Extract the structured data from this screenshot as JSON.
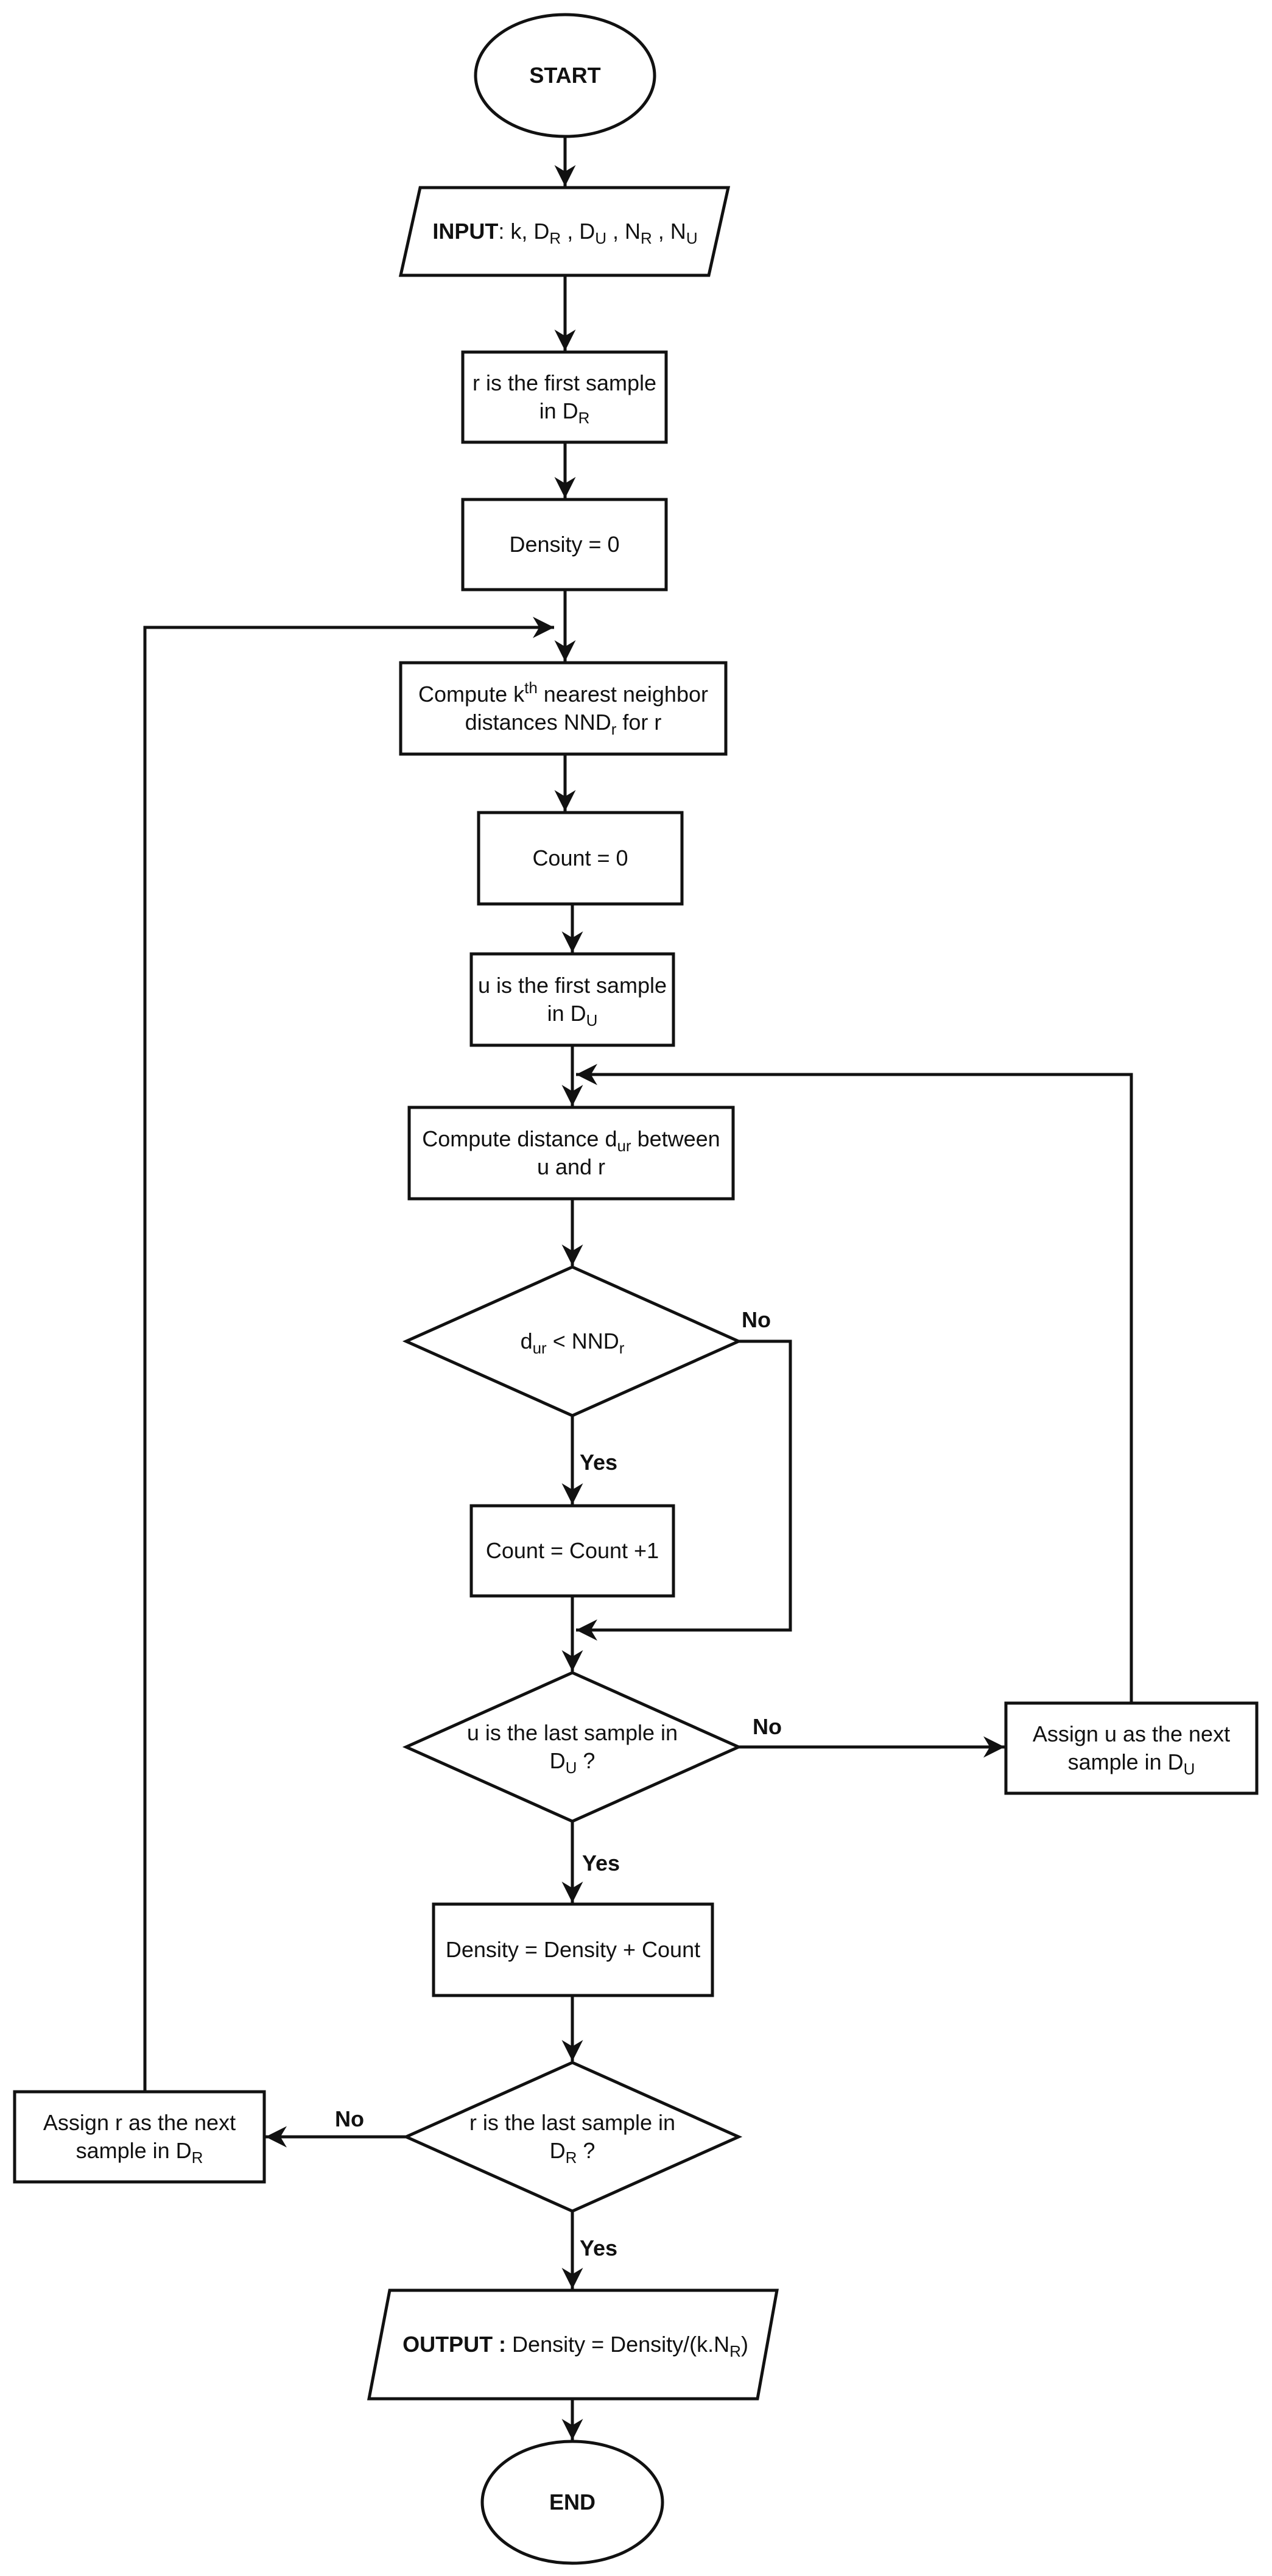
{
  "colors": {
    "stroke": "#111111",
    "background": "#ffffff",
    "text": "#111111"
  },
  "nodes": {
    "start": {
      "label": "START"
    },
    "input": {
      "keyword": "INPUT",
      "text": ": k, D",
      "s1": "R",
      "t2": " , D",
      "s2": "U",
      "t3": " , N",
      "s3": "R",
      "t4": " , N",
      "s4": "U"
    },
    "r_first": {
      "line1": "r is the first sample",
      "line2": "in D",
      "sub": "R"
    },
    "density_init": {
      "label": "Density = 0"
    },
    "compute_knn": {
      "line1a": "Compute k",
      "sup": "th",
      "line1b": " nearest neighbor",
      "line2a": "distances NND",
      "sub": "r",
      "line2b": " for r"
    },
    "count_init": {
      "label": "Count = 0"
    },
    "u_first": {
      "line1": "u is the first sample",
      "line2": "in D",
      "sub": "U"
    },
    "compute_dist": {
      "line1a": "Compute distance d",
      "sub": "ur",
      "line1b": " between",
      "line2": "u and r"
    },
    "decision_dist": {
      "a": "d",
      "sub1": "ur",
      "b": " < NND",
      "sub2": "r"
    },
    "count_inc": {
      "label": "Count = Count +1"
    },
    "decision_u_last": {
      "line1": "u is the last sample in",
      "line2a": "D",
      "sub": "U",
      "line2b": " ?"
    },
    "assign_u": {
      "line1": "Assign u as the next",
      "line2a": "sample in D",
      "sub": "U"
    },
    "density_add": {
      "label": "Density = Density + Count"
    },
    "decision_r_last": {
      "line1": "r is the last sample in",
      "line2a": "D",
      "sub": "R",
      "line2b": " ?"
    },
    "assign_r": {
      "line1": "Assign r as the next",
      "line2a": "sample in D",
      "sub": "R"
    },
    "output": {
      "keyword": "OUTPUT :",
      "text": " Density = Density/(k.N",
      "sub": "R",
      "tail": ")"
    },
    "end": {
      "label": "END"
    }
  },
  "edge_labels": {
    "dist_no": "No",
    "dist_yes": "Yes",
    "u_last_no": "No",
    "u_last_yes": "Yes",
    "r_last_no": "No",
    "r_last_yes": "Yes"
  }
}
